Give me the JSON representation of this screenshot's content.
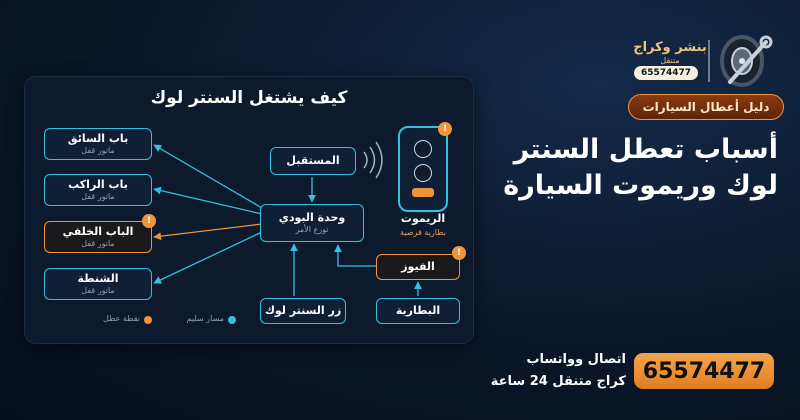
{
  "brand": {
    "name": "بنشر وكراج",
    "tagline": "متنقل",
    "phone": "65574477",
    "logo_icon": "tire-wrench-icon"
  },
  "guide_label": "دليل أعطال السيارات",
  "headline": {
    "line1": "أسباب تعطل السنتر",
    "line2": "لوك وريموت السيارة"
  },
  "contact": {
    "phone": "65574477",
    "line1": "اتصال وواتساب",
    "line2": "كراج متنقل 24 ساعة"
  },
  "diagram": {
    "title": "كيف يشتغل السنتر لوك",
    "doors": [
      {
        "label": "باب السائق",
        "sub": "ماتور قفل",
        "status": "ok"
      },
      {
        "label": "باب الراكب",
        "sub": "ماتور قفل",
        "status": "ok"
      },
      {
        "label": "الباب الخلفي",
        "sub": "ماتور قفل",
        "status": "fault"
      },
      {
        "label": "الشنطة",
        "sub": "ماتور قفل",
        "status": "ok"
      }
    ],
    "receiver": {
      "label": "المستقبل"
    },
    "body_unit": {
      "label": "وحدة البودي",
      "sub": "توزع الأمر"
    },
    "remote": {
      "label": "الريموت",
      "sub": "بطارية قرصية",
      "status": "fault"
    },
    "fuse": {
      "label": "الفيوز",
      "status": "fault"
    },
    "button": {
      "label": "زر السنتر لوك"
    },
    "battery": {
      "label": "البطارية"
    },
    "fault_marker": "!",
    "legend": [
      {
        "label": "مسار سليم",
        "color": "#35c0e0"
      },
      {
        "label": "نقطة عطل",
        "color": "#f0943a"
      }
    ]
  },
  "colors": {
    "accent": "#35c0e0",
    "warning": "#f0943a",
    "background": "#0a1628",
    "panel": "#0d1a2d"
  }
}
